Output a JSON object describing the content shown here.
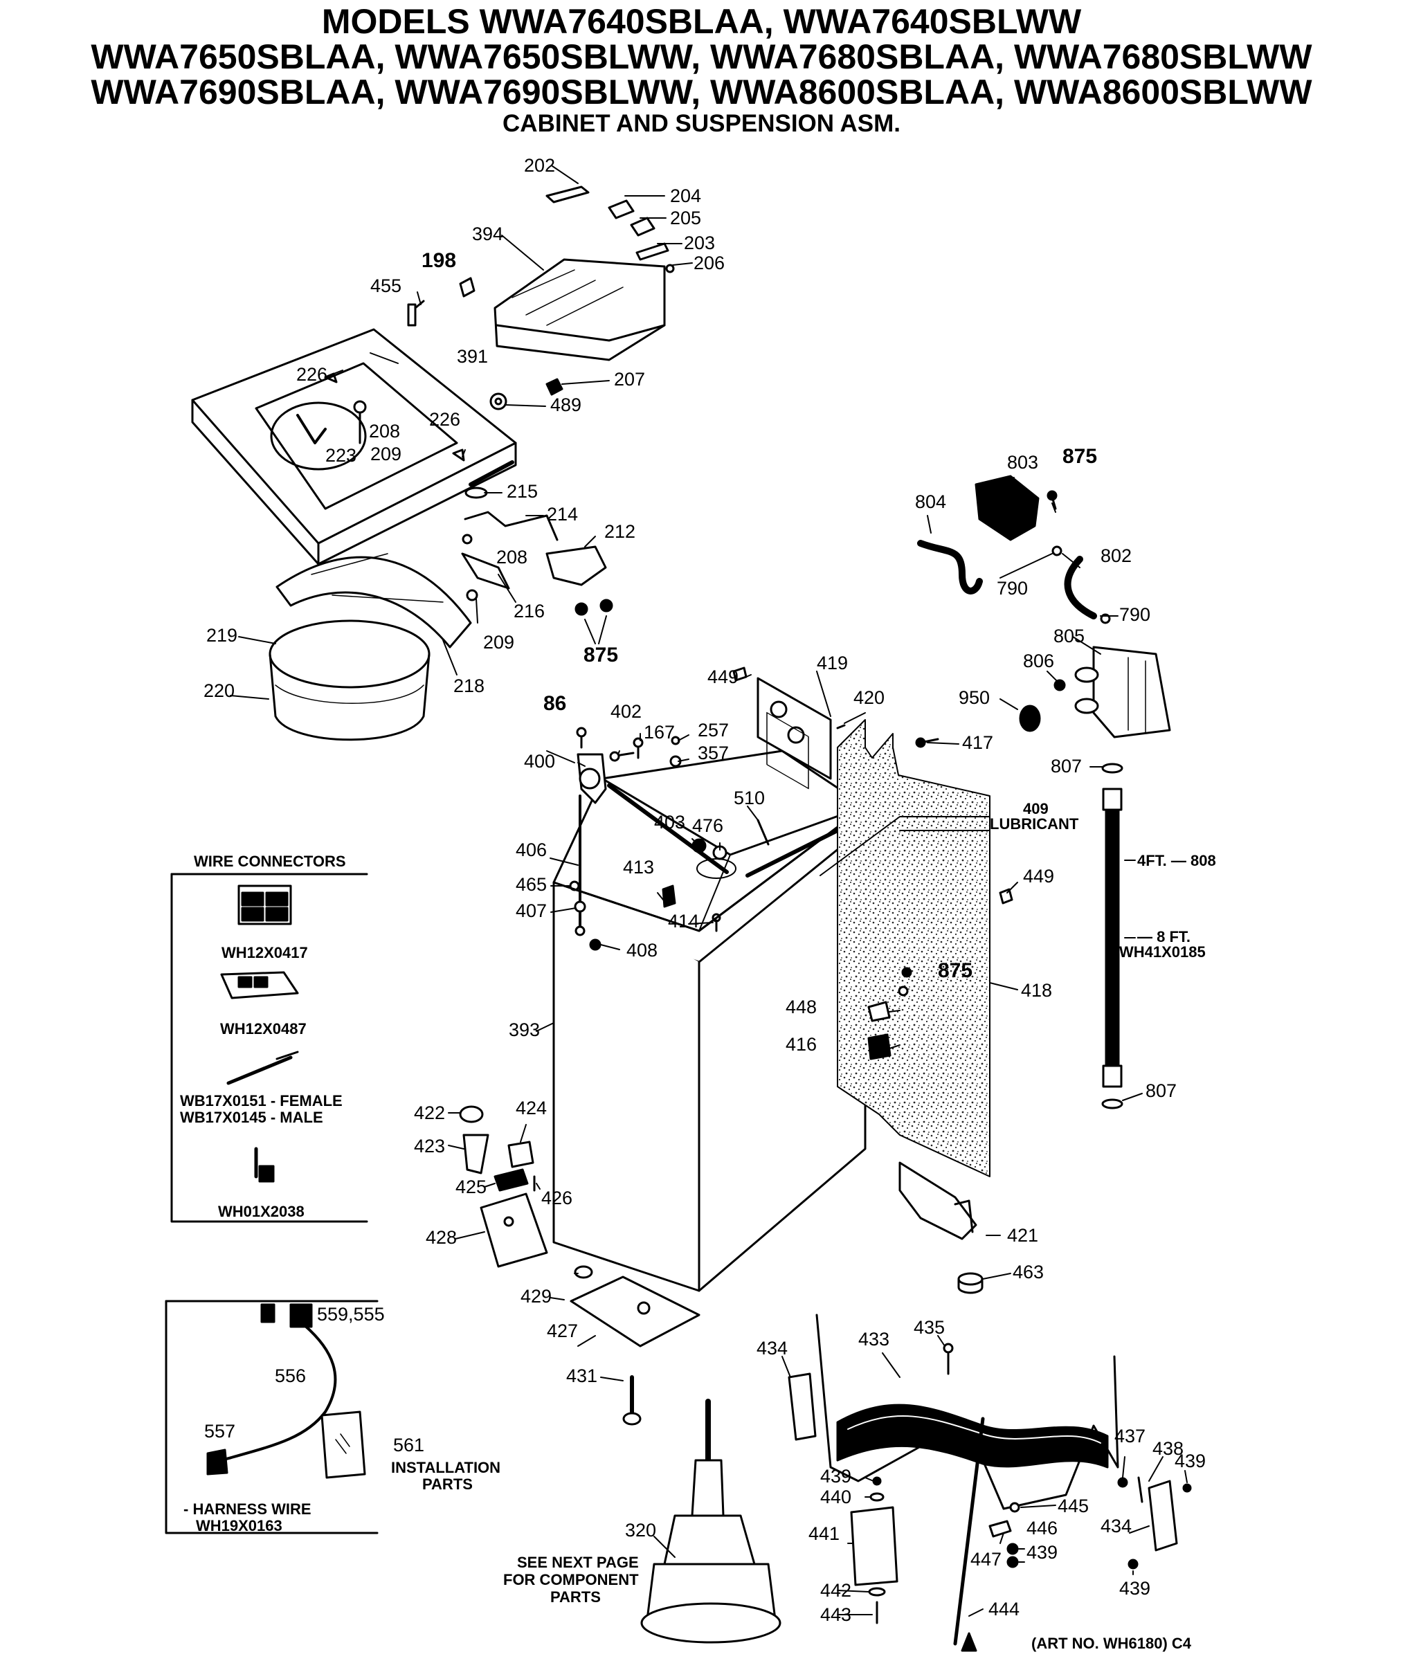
{
  "title": {
    "line1": "MODELS WWA7640SBLAA, WWA7640SBLWW",
    "line2": "WWA7650SBLAA, WWA7650SBLWW, WWA7680SBLAA, WWA7680SBLWW",
    "line3": "WWA7690SBLAA, WWA7690SBLWW, WWA8600SBLAA, WWA8600SBLWW",
    "subtitle": "CABINET AND SUSPENSION ASM."
  },
  "labels": {
    "p202": "202",
    "p204": "204",
    "p205": "205",
    "p203": "203",
    "p206": "206",
    "p394": "394",
    "p198": "198",
    "p455": "455",
    "p391": "391",
    "p226a": "226",
    "p207": "207",
    "p489": "489",
    "p208a": "208",
    "p226b": "226",
    "p223": "223",
    "p209a": "209",
    "p215": "215",
    "p214": "214",
    "p212": "212",
    "p208b": "208",
    "p216": "216",
    "p209b": "209",
    "p875a": "875",
    "p219": "219",
    "p220": "220",
    "p218": "218",
    "p803": "803",
    "p875b": "875",
    "p804": "804",
    "p802": "802",
    "p790a": "790",
    "p790b": "790",
    "p805": "805",
    "p806": "806",
    "p950": "950",
    "p807a": "807",
    "p808": "4FT. — 808",
    "p8ft": "— 8 FT.",
    "p0185": "WH41X0185",
    "p807b": "807",
    "p449a": "449",
    "p419": "419",
    "p420": "420",
    "p417": "417",
    "p86": "86",
    "p402": "402",
    "p167": "167",
    "p257": "257",
    "p357": "357",
    "p400": "400",
    "p510": "510",
    "p403": "403",
    "p476": "476",
    "p409": "409",
    "p409b": "LUBRICANT",
    "p449b": "449",
    "p406": "406",
    "p413": "413",
    "p465": "465",
    "p407": "407",
    "p414": "414",
    "p408": "408",
    "p875c": "875",
    "p418": "418",
    "p448": "448",
    "p416": "416",
    "p393": "393",
    "p422": "422",
    "p424": "424",
    "p423": "423",
    "p425": "425",
    "p426": "426",
    "p428": "428",
    "p421": "421",
    "p463": "463",
    "p429": "429",
    "p427": "427",
    "p431": "431",
    "p434a": "434",
    "p433": "433",
    "p435": "435",
    "p437": "437",
    "p438": "438",
    "p439a": "439",
    "p439b": "439",
    "p440": "440",
    "p445": "445",
    "p446": "446",
    "p439c": "439",
    "p441": "441",
    "p447": "447",
    "p434b": "434",
    "p439d": "439",
    "p320": "320",
    "p442": "442",
    "p443": "443",
    "p444": "444"
  },
  "wire_box": {
    "title": "WIRE CONNECTORS",
    "c1": "WH12X0417",
    "c2": "WH12X0487",
    "c3a": "WB17X0151 - FEMALE",
    "c3b": "WB17X0145 - MALE",
    "c4": "WH01X2038"
  },
  "harness_box": {
    "l559": "559,555",
    "l556": "556",
    "l557": "557",
    "l561": "561",
    "install1": "INSTALLATION",
    "install2": "PARTS",
    "harness1": "- HARNESS WIRE",
    "harness2": "WH19X0163"
  },
  "see_next": {
    "l1": "SEE NEXT PAGE",
    "l2": "FOR COMPONENT",
    "l3": "PARTS"
  },
  "art_no": "(ART NO. WH6180) C4"
}
